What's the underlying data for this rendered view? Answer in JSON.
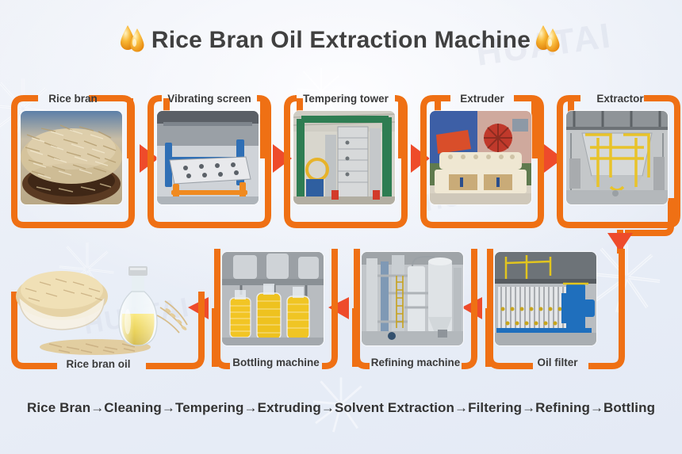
{
  "header": {
    "title": "Rice Bran Oil Extraction Machine",
    "left_icon": "oil-droplet-icon",
    "right_icon": "oil-droplet-icon"
  },
  "watermark": {
    "brand": "HUATAI",
    "flower_icon": "flower-watermark-icon"
  },
  "colors": {
    "frame_orange": "#ef7014",
    "arrow_red": "#ee4b2b",
    "title_text": "#404040",
    "label_text": "#3b3b3b",
    "background_top": "#eff2f8",
    "background_bottom": "#e4eaf5",
    "droplet_gold": "#f5a623"
  },
  "top_row": {
    "stages": [
      {
        "id": "rice-bran",
        "label": "Rice bran",
        "image_alt": "rice-bran-photo"
      },
      {
        "id": "vibrating-screen",
        "label": "Vibrating screen",
        "image_alt": "vibrating-screen-photo"
      },
      {
        "id": "tempering-tower",
        "label": "Tempering tower",
        "image_alt": "tempering-tower-photo"
      },
      {
        "id": "extruder",
        "label": "Extruder",
        "image_alt": "extruder-photo"
      },
      {
        "id": "extractor",
        "label": "Extractor",
        "image_alt": "extractor-photo"
      }
    ]
  },
  "bottom_row": {
    "stages": [
      {
        "id": "rice-bran-oil",
        "label": "Rice bran oil",
        "image_alt": "rice-bran-oil-photo"
      },
      {
        "id": "bottling-machine",
        "label": "Bottling machine",
        "image_alt": "bottling-machine-photo"
      },
      {
        "id": "refining-machine",
        "label": "Refining machine",
        "image_alt": "refining-machine-photo"
      },
      {
        "id": "oil-filter",
        "label": "Oil filter",
        "image_alt": "oil-filter-photo"
      }
    ]
  },
  "flow": {
    "separator": "→",
    "text": "Rice Bran→Cleaning→Tempering→Extruding→Solvent Extraction→Filtering→Refining→Bottling",
    "steps": [
      "Rice Bran",
      "Cleaning",
      "Tempering",
      "Extruding",
      "Solvent Extraction",
      "Filtering",
      "Refining",
      "Bottling"
    ]
  }
}
